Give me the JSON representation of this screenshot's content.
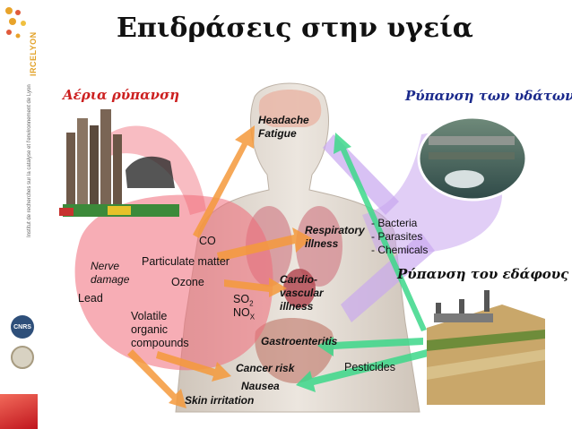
{
  "title": "Επιδράσεις στην υγεία",
  "sidebar": {
    "brand": "IRCELYON",
    "institute": "Institut de recherches sur la catalyse et l'environnement de Lyon",
    "badge": "CNRS"
  },
  "sources": {
    "air": "Αέρια ρύπανση",
    "water": "Ρύπανση των υδάτων",
    "soil": "Ρύπανση του εδάφους"
  },
  "air_pollutants": {
    "co": "CO",
    "nerve_damage": "Nerve\ndamage",
    "particulate": "Particulate matter",
    "ozone": "Ozone",
    "lead": "Lead",
    "voc": "Volatile\norganic\ncompounds",
    "so2": "SO",
    "so2_sub": "2",
    "nox": "NO",
    "nox_sub": "X"
  },
  "water_pollutants": "- Bacteria\n- Parasites\n- Chemicals",
  "soil_pollutants": {
    "pesticides": "Pesticides"
  },
  "effects": {
    "headache": "Headache\nFatigue",
    "respiratory": "Respiratory\nillness",
    "cardio": "Cardio-\nvascular\nillness",
    "gastro": "Gastroenteritis",
    "cancer": "Cancer risk",
    "nausea": "Nausea",
    "skin": "Skin irritation"
  },
  "colors": {
    "air_heading": "#cc1f1f",
    "water_heading": "#1b2a8c",
    "soil_heading": "#111111",
    "air_blob": "#f06a78",
    "air_arrow": "#f59a3c",
    "water_arrow": "#b89ae8",
    "soil_arrow": "#3dd88a",
    "body": "#dcd3c9"
  }
}
